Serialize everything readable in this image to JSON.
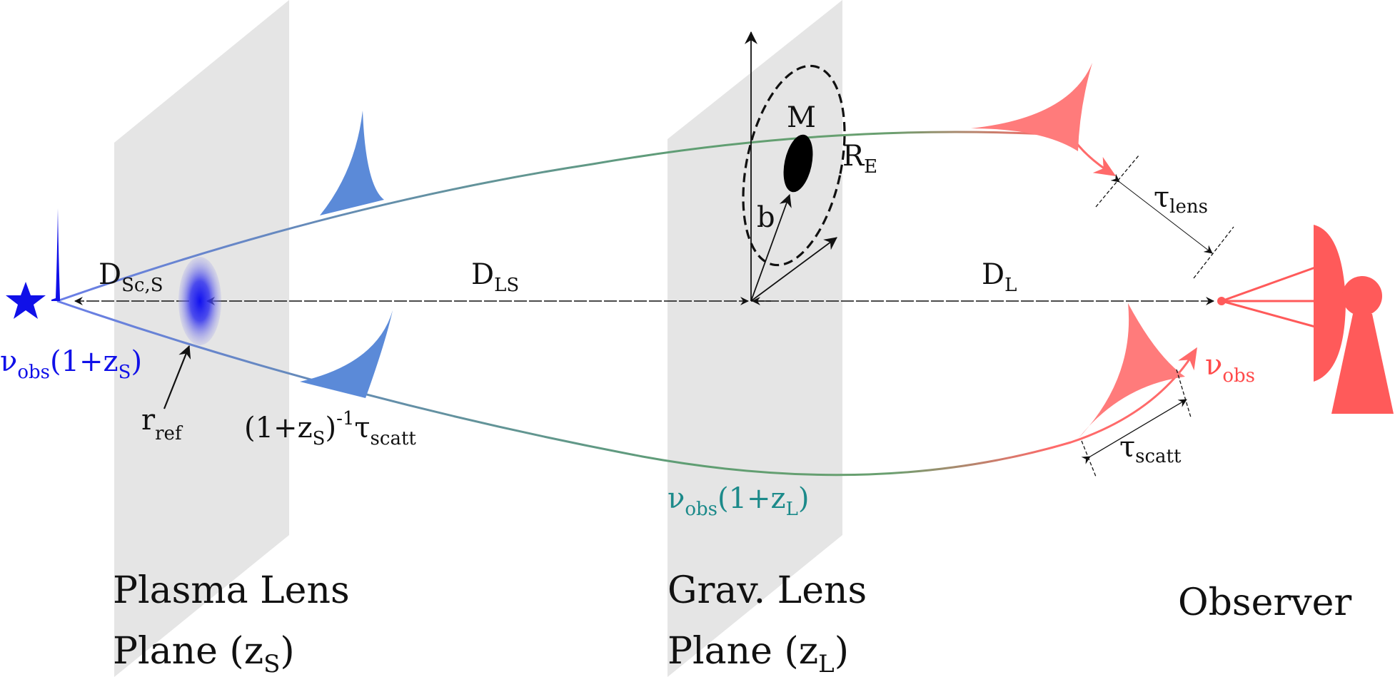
{
  "colors": {
    "plane": "#e5e5e5",
    "source": "#1010e8",
    "pulse_blue": "#5b8ad8",
    "pulse_red": "#ff7b7b",
    "observer": "#ff5a5a",
    "path_start": "#6a7ee8",
    "path_mid": "#62a06a",
    "path_end": "#ff6a6a",
    "freq_lens": "#1c8a8a",
    "ink": "#111111"
  },
  "icons": {
    "source": "star-icon",
    "observer": "radio-telescope-icon",
    "lens_mass": "mass-ellipse-icon"
  },
  "labels": {
    "d_sc_s": {
      "main": "D",
      "sub": "Sc,S"
    },
    "d_ls": {
      "main": "D",
      "sub": "LS"
    },
    "d_l": {
      "main": "D",
      "sub": "L"
    },
    "mass": "M",
    "einstein_radius": {
      "main": "R",
      "sub": "E"
    },
    "impact": "b",
    "tau_lens": {
      "main": "τ",
      "sub": "lens"
    },
    "tau_scatt": {
      "main": "τ",
      "sub": "scatt"
    },
    "r_ref": {
      "main": "r",
      "sub": "ref"
    },
    "delay_scatt": {
      "pre": "(1+z",
      "sub": "S",
      "post": ")",
      "sup": "-1",
      "tau": "τ",
      "tau_sub": "scatt"
    },
    "nu_source": {
      "nu": "ν",
      "nu_sub": "obs",
      "pre": "(1+z",
      "sub": "S",
      "post": ")"
    },
    "nu_lens": {
      "nu": "ν",
      "nu_sub": "obs",
      "pre": "(1+z",
      "sub": "L",
      "post": ")"
    },
    "nu_observer": {
      "nu": "ν",
      "nu_sub": "obs"
    }
  },
  "planes": {
    "plasma": {
      "line1": "Plasma Lens",
      "line2_pre": "Plane (z",
      "line2_sub": "S",
      "line2_post": ")"
    },
    "grav": {
      "line1": "Grav. Lens",
      "line2_pre": "Plane (z",
      "line2_sub": "L",
      "line2_post": ")"
    },
    "observer": "Observer"
  }
}
